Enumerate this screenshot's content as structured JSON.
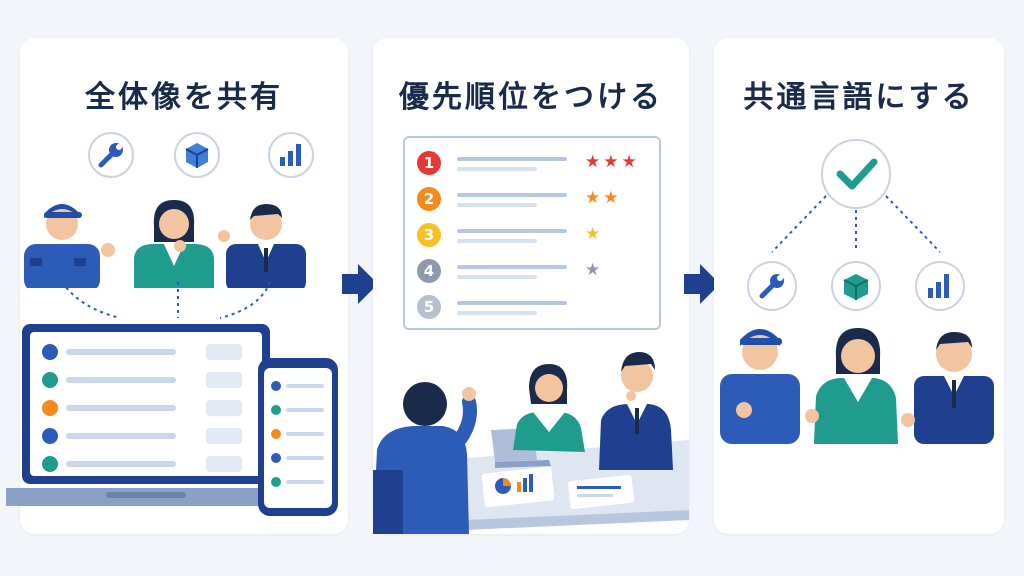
{
  "panels": [
    {
      "title": "全体像を共有"
    },
    {
      "title": "優先順位をつける"
    },
    {
      "title": "共通言語にする"
    }
  ],
  "priority_list": [
    {
      "number": "1",
      "color": "#e53935",
      "stars": 3
    },
    {
      "number": "2",
      "color": "#f28a1c",
      "stars": 2
    },
    {
      "number": "3",
      "color": "#f6c223",
      "stars": 1
    },
    {
      "number": "4",
      "color": "#8e9aab",
      "stars": 1
    },
    {
      "number": "5",
      "color": "#b7c0cc",
      "stars": 0
    }
  ],
  "colors": {
    "navy": "#1f3f8f",
    "blue": "#2c5bb8",
    "teal": "#1f9c8e",
    "red": "#e53935",
    "orange": "#f28a1c",
    "yellow": "#f6c223",
    "gray": "#8e9aab"
  },
  "icons": [
    "wrench-icon",
    "box-icon",
    "bar-chart-icon",
    "alert-icon",
    "people-icon",
    "gear-icon",
    "check-icon",
    "pie-chart-icon"
  ]
}
